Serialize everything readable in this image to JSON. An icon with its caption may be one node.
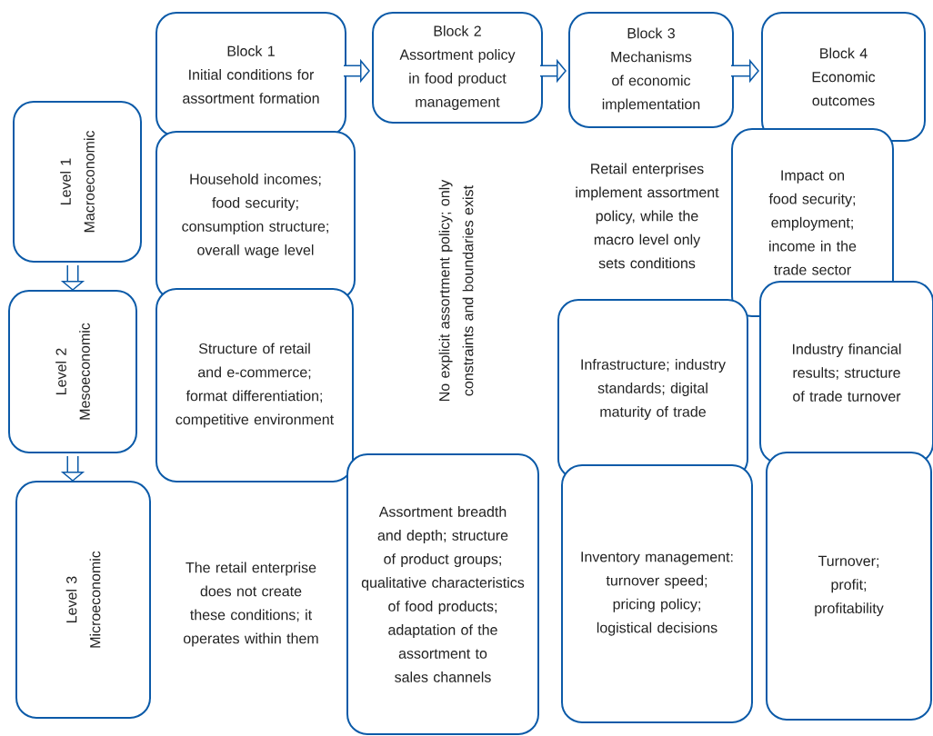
{
  "diagram": {
    "nodes": [
      {
        "text": [
          "Block 1",
          "Initial conditions for assortment formation"
        ]
      },
      {
        "text": [
          "Block 2",
          "Assortment policy in food product management"
        ]
      },
      {
        "text": [
          "Block 3",
          "Mechanisms of economic implementation"
        ]
      },
      {
        "text": [
          "Block 4",
          "Economic outcomes"
        ]
      },
      {
        "text": [
          "Level 1",
          "Macroeconomic"
        ]
      },
      {
        "text": [
          "Household incomes; food security; consumption structure; overall wage level"
        ]
      },
      {
        "text": [
          "No explicit assortment policy; only constraints and boundaries exist"
        ]
      },
      {
        "text": [
          "Retail enterprises implement assortment policy, while the macro level only sets conditions"
        ]
      },
      {
        "text": [
          "Impact on food security; employment; income in the trade sector"
        ]
      },
      {
        "text": [
          "Level 2",
          "Mesoeconomic"
        ]
      },
      {
        "text": [
          "Structure of retail and e-commerce; format differentiation; competitive environment"
        ]
      },
      {
        "text": [
          "Infrastructure; industry standards; digital maturity of trade"
        ]
      },
      {
        "text": [
          "Industry financial results; structure of trade turnover"
        ]
      },
      {
        "text": [
          "Level 3",
          "Microeconomic"
        ]
      },
      {
        "text": [
          "The retail enterprise does not create these conditions; it operates within them"
        ]
      },
      {
        "text": [
          "Assortment breadth and depth; structure of product groups; qualitative characteristics of food products; adaptation of the assortment to sales channels"
        ]
      },
      {
        "text": [
          "Inventory management: turnover speed; pricing policy; logistical decisions"
        ]
      },
      {
        "text": [
          "Turnover; profit; profitability"
        ]
      }
    ],
    "edges": [
      {
        "from": 0,
        "to": 1,
        "arrow": "to"
      },
      {
        "from": 1,
        "to": 2,
        "arrow": "to"
      },
      {
        "from": 2,
        "to": 3,
        "arrow": "to"
      },
      {
        "from": 4,
        "to": 9,
        "arrow": "to"
      },
      {
        "from": 9,
        "to": 13,
        "arrow": "to"
      }
    ]
  }
}
